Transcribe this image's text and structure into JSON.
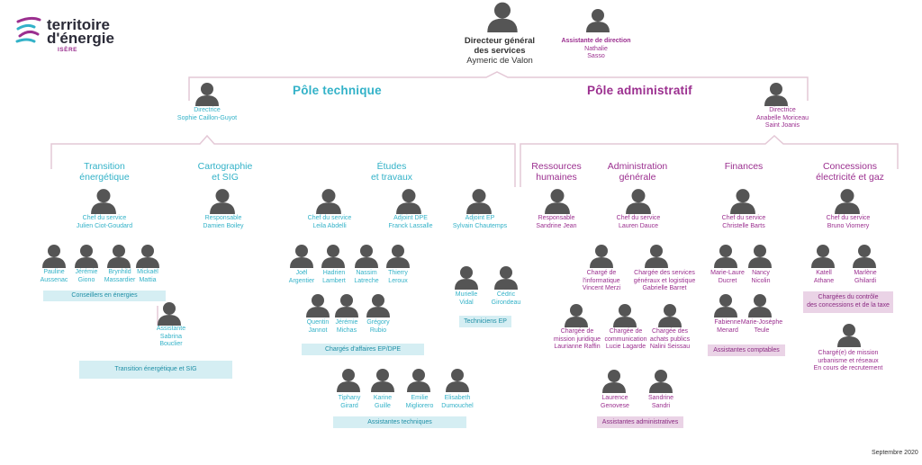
{
  "logo": {
    "line1": "territoire",
    "line2": "d'énergie",
    "sub": "ISÈRE"
  },
  "top": {
    "dg": {
      "title1": "Directeur général",
      "title2": "des services",
      "name": "Aymeric de Valon"
    },
    "assistant": {
      "title": "Assistante de direction",
      "first": "Nathalie",
      "last": "Sasso"
    }
  },
  "poles": {
    "technique": "Pôle technique",
    "admin": "Pôle administratif"
  },
  "directrices": {
    "tech": {
      "title": "Directrice",
      "name": "Sophie Caillon-Guyot"
    },
    "admin": {
      "title": "Directrice",
      "name1": "Anabelle Moriceau",
      "name2": "Saint Joanis"
    }
  },
  "depts": {
    "transition": {
      "l1": "Transition",
      "l2": "énergétique"
    },
    "carto": {
      "l1": "Cartographie",
      "l2": "et SIG"
    },
    "etudes": {
      "l1": "Études",
      "l2": "et travaux"
    },
    "rh": {
      "l1": "Ressources",
      "l2": "humaines"
    },
    "admin": {
      "l1": "Administration",
      "l2": "générale"
    },
    "finances": {
      "l1": "Finances"
    },
    "concessions": {
      "l1": "Concessions",
      "l2": "électricité et gaz"
    }
  },
  "heads": {
    "transition": {
      "role": "Chef du service",
      "name": "Julien Ciot-Goudard"
    },
    "carto": {
      "role": "Responsable",
      "name": "Damien Boiley"
    },
    "etudes": {
      "role": "Chef du service",
      "name": "Leila Abdelli"
    },
    "adjdpe": {
      "role": "Adjoint DPE",
      "name": "Franck Lassalle"
    },
    "adjep": {
      "role": "Adjoint EP",
      "name": "Sylvain Chautemps"
    },
    "rh": {
      "role": "Responsable",
      "name": "Sandrine Jean"
    },
    "admin": {
      "role": "Chef du service",
      "name": "Lauren Dauce"
    },
    "finances": {
      "role": "Chef du service",
      "name": "Christelle Barts"
    },
    "concessions": {
      "role": "Chef du service",
      "name": "Bruno Viornery"
    }
  },
  "people": {
    "pauline": {
      "a": "Pauline",
      "b": "Aussenac"
    },
    "jeremie_g": {
      "a": "Jérémie",
      "b": "Giono"
    },
    "brynhild": {
      "a": "Brynhild",
      "b": "Massardier"
    },
    "mickael": {
      "a": "Mickaël",
      "b": "Mattia"
    },
    "sabrina": {
      "a": "Assistante",
      "b": "Sabrina",
      "c": "Bouclier"
    },
    "joel": {
      "a": "Joël",
      "b": "Argentier"
    },
    "hadrien": {
      "a": "Hadrien",
      "b": "Lambert"
    },
    "nassim": {
      "a": "Nassim",
      "b": "Latreche"
    },
    "thierry": {
      "a": "Thierry",
      "b": "Leroux"
    },
    "quentin": {
      "a": "Quentin",
      "b": "Jannot"
    },
    "jeremie_m": {
      "a": "Jérémie",
      "b": "Michas"
    },
    "gregory": {
      "a": "Grégory",
      "b": "Rubio"
    },
    "tiphany": {
      "a": "Tiphany",
      "b": "Girard"
    },
    "karine": {
      "a": "Karine",
      "b": "Guille"
    },
    "emilie": {
      "a": "Emilie",
      "b": "Migliorero"
    },
    "elisabeth": {
      "a": "Elisabeth",
      "b": "Dumouchel"
    },
    "murielle": {
      "a": "Murielle",
      "b": "Vidal"
    },
    "cedric": {
      "a": "Cédric",
      "b": "Girondeau"
    },
    "vincent": {
      "a": "Chargé de",
      "b": "l'informatique",
      "c": "Vincent Merzi"
    },
    "gabrielle": {
      "a": "Chargée des services",
      "b": "généraux et logistique",
      "c": "Gabrielle Barret"
    },
    "laurianne": {
      "a": "Chargée de",
      "b": "mission juridique",
      "c": "Laurianne Raffin"
    },
    "lucie": {
      "a": "Chargée de",
      "b": "communication",
      "c": "Lucie Lagarde"
    },
    "nalini": {
      "a": "Chargée des",
      "b": "achats publics",
      "c": "Nalini Seissau"
    },
    "laurence": {
      "a": "Laurence",
      "b": "Genovese"
    },
    "sandrine_s": {
      "a": "Sandrine",
      "b": "Sandri"
    },
    "marielaure": {
      "a": "Marie-Laure",
      "b": "Ducret"
    },
    "nancy": {
      "a": "Nancy",
      "b": "Nicolin"
    },
    "fabienne": {
      "a": "Fabienne",
      "b": "Menard"
    },
    "mariejo": {
      "a": "Marie-Josèphe",
      "b": "Teule"
    },
    "katell": {
      "a": "Katell",
      "b": "Athane"
    },
    "marlene": {
      "a": "Marlène",
      "b": "Ghilardi"
    },
    "recrut": {
      "a": "Chargé(e) de mission",
      "b": "urbanisme et réseaux",
      "c": "En cours de recrutement"
    }
  },
  "banners": {
    "conseillers": "Conseillers en énergies",
    "transition_sig": "Transition énergétique et SIG",
    "charges_affaires": "Chargés d'affaires EP/DPE",
    "techniciens": "Techniciens EP",
    "assistantes_tech": "Assistantes techniques",
    "assistantes_admin": "Assistantes administratives",
    "assistantes_compta": "Assistantes comptables",
    "controle1": "Chargées du contrôle",
    "controle2": "des concessions et de la taxe"
  },
  "footer": "Septembre 2020",
  "colors": {
    "teal": "#33b2c8",
    "purple": "#9b2f8f",
    "line": "#e4c8d6",
    "person": "#555555"
  }
}
